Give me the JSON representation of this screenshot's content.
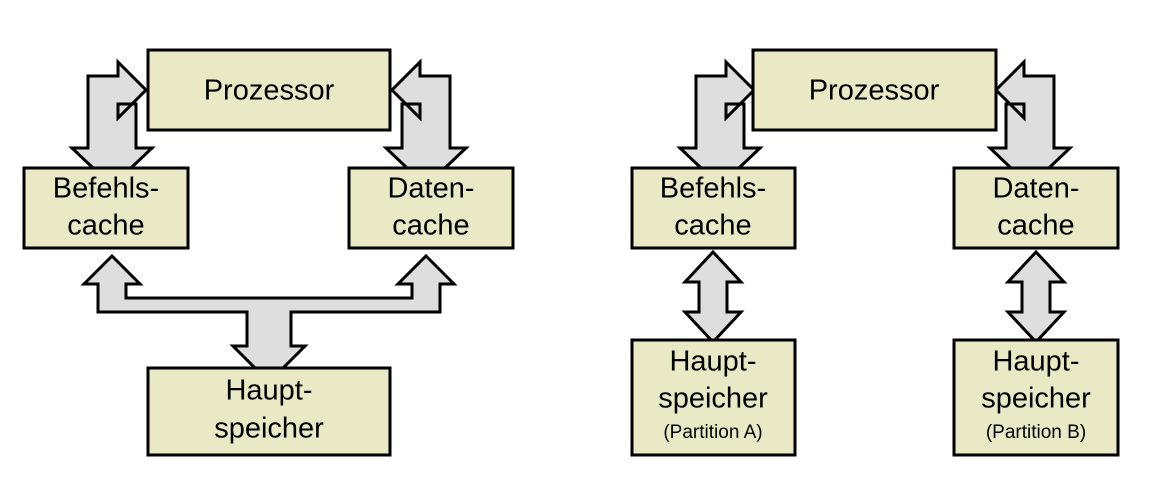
{
  "figure": {
    "background_color": "#ffffff",
    "box_fill_color": "#e9e9c6",
    "box_stroke_color": "#000000",
    "arrow_fill_color": "#dedede",
    "arrow_stroke_color": "#000000"
  },
  "left_diagram": {
    "name": "harvard-architecture-shared-memory",
    "nodes": {
      "processor": {
        "label": "Prozessor"
      },
      "instruction_cache": {
        "line1": "Befehls-",
        "line2": "cache"
      },
      "data_cache": {
        "line1": "Daten-",
        "line2": "cache"
      },
      "main_memory": {
        "line1": "Haupt-",
        "line2": "speicher"
      }
    },
    "connectors": {
      "processor_to_instruction_cache": "elbow-double-arrow-left",
      "processor_to_data_cache": "elbow-double-arrow-right",
      "memory_to_caches": "tee-triple-arrow"
    }
  },
  "right_diagram": {
    "name": "harvard-architecture-partitioned-memory",
    "nodes": {
      "processor": {
        "label": "Prozessor"
      },
      "instruction_cache": {
        "line1": "Befehls-",
        "line2": "cache"
      },
      "data_cache": {
        "line1": "Daten-",
        "line2": "cache"
      },
      "main_memory_a": {
        "line1": "Haupt-",
        "line2": "speicher",
        "line3": "(Partition A)"
      },
      "main_memory_b": {
        "line1": "Haupt-",
        "line2": "speicher",
        "line3": "(Partition B)"
      }
    },
    "connectors": {
      "processor_to_instruction_cache": "elbow-double-arrow-left",
      "processor_to_data_cache": "elbow-double-arrow-right",
      "instruction_cache_to_memory_a": "vertical-double-arrow",
      "data_cache_to_memory_b": "vertical-double-arrow"
    }
  }
}
